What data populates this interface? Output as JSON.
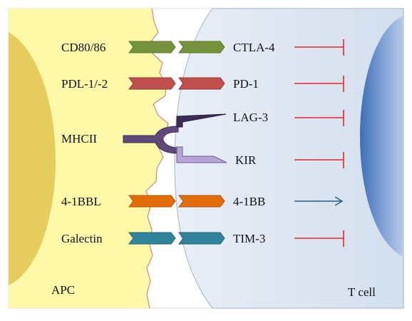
{
  "regions": {
    "apc_label": "APC",
    "tcell_label": "T cell"
  },
  "ligands": [
    {
      "label": "CD80/86",
      "color": "#76923c",
      "outline": "#5a7a28"
    },
    {
      "label": "PDL-1/-2",
      "color": "#c0504d",
      "outline": "#9b3431"
    },
    {
      "label": "MHCII",
      "color": "#5f497a",
      "outline": "#3c2a57"
    },
    {
      "label": "4-1BBL",
      "color": "#e36c0a",
      "outline": "#b4560a"
    },
    {
      "label": "Galectin",
      "color": "#31849b",
      "outline": "#1f6273"
    }
  ],
  "receptors": [
    {
      "label": "CTLA-4",
      "signal": "inhibitory"
    },
    {
      "label": "PD-1",
      "signal": "inhibitory"
    },
    {
      "label": "LAG-3",
      "signal": "inhibitory"
    },
    {
      "label": "KIR",
      "signal": "inhibitory"
    },
    {
      "label": "4-1BB",
      "signal": "stimulatory"
    },
    {
      "label": "TIM-3",
      "signal": "inhibitory"
    }
  ],
  "colors": {
    "apc_fill": "#fdf9a8",
    "apc_nucleus": "#e6cc5c",
    "tcell_fill": "#dde6f1",
    "tcell_nucleus": "#6f93cc",
    "membrane": "#c98a80",
    "inhibitory_signal": "#e8262b",
    "stimulatory_signal": "#2b5a8c",
    "lag3": "#3c2a57",
    "kir": "#b7a4d6",
    "mhcii": "#5f497a"
  }
}
